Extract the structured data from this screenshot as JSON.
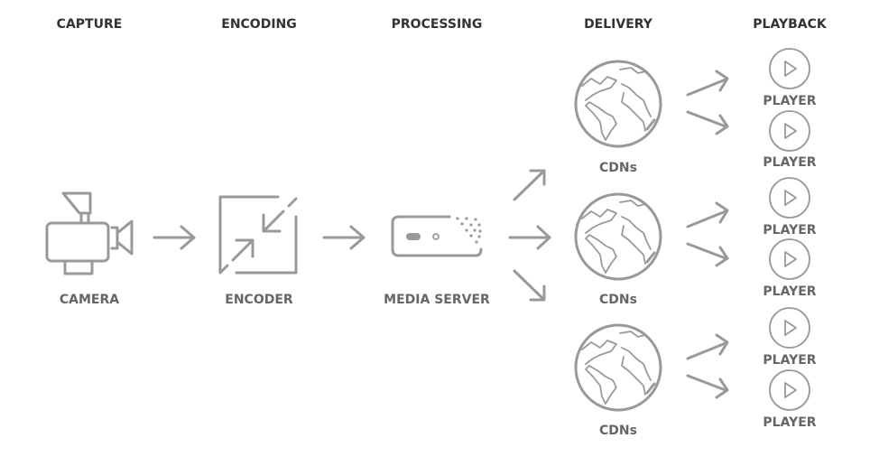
{
  "stages": [
    "CAPTURE",
    "ENCODING",
    "PROCESSING",
    "DELIVERY",
    "PLAYBACK"
  ],
  "nodes": {
    "camera": "CAMERA",
    "encoder": "ENCODER",
    "media_server": "MEDIA SERVER",
    "cdns": [
      "CDNs",
      "CDNs",
      "CDNs"
    ],
    "players": [
      "PLAYER",
      "PLAYER",
      "PLAYER",
      "PLAYER",
      "PLAYER",
      "PLAYER"
    ]
  },
  "colors": {
    "header": "#333333",
    "label": "#666666",
    "icon": "#999999"
  }
}
